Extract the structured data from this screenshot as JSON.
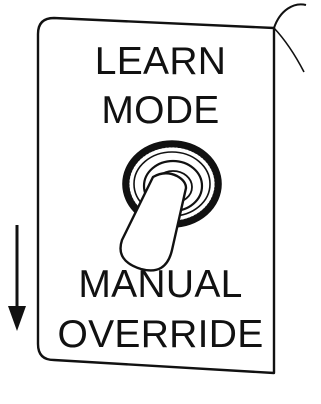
{
  "labels": {
    "upper_position": [
      "LEARN",
      "MODE"
    ],
    "lower_position": [
      "MANUAL",
      "OVERRIDE"
    ]
  },
  "icons": {
    "arrow": "down-arrow-icon",
    "switch": "toggle-switch-icon"
  },
  "colors": {
    "stroke": "#111111",
    "background": "#ffffff"
  }
}
